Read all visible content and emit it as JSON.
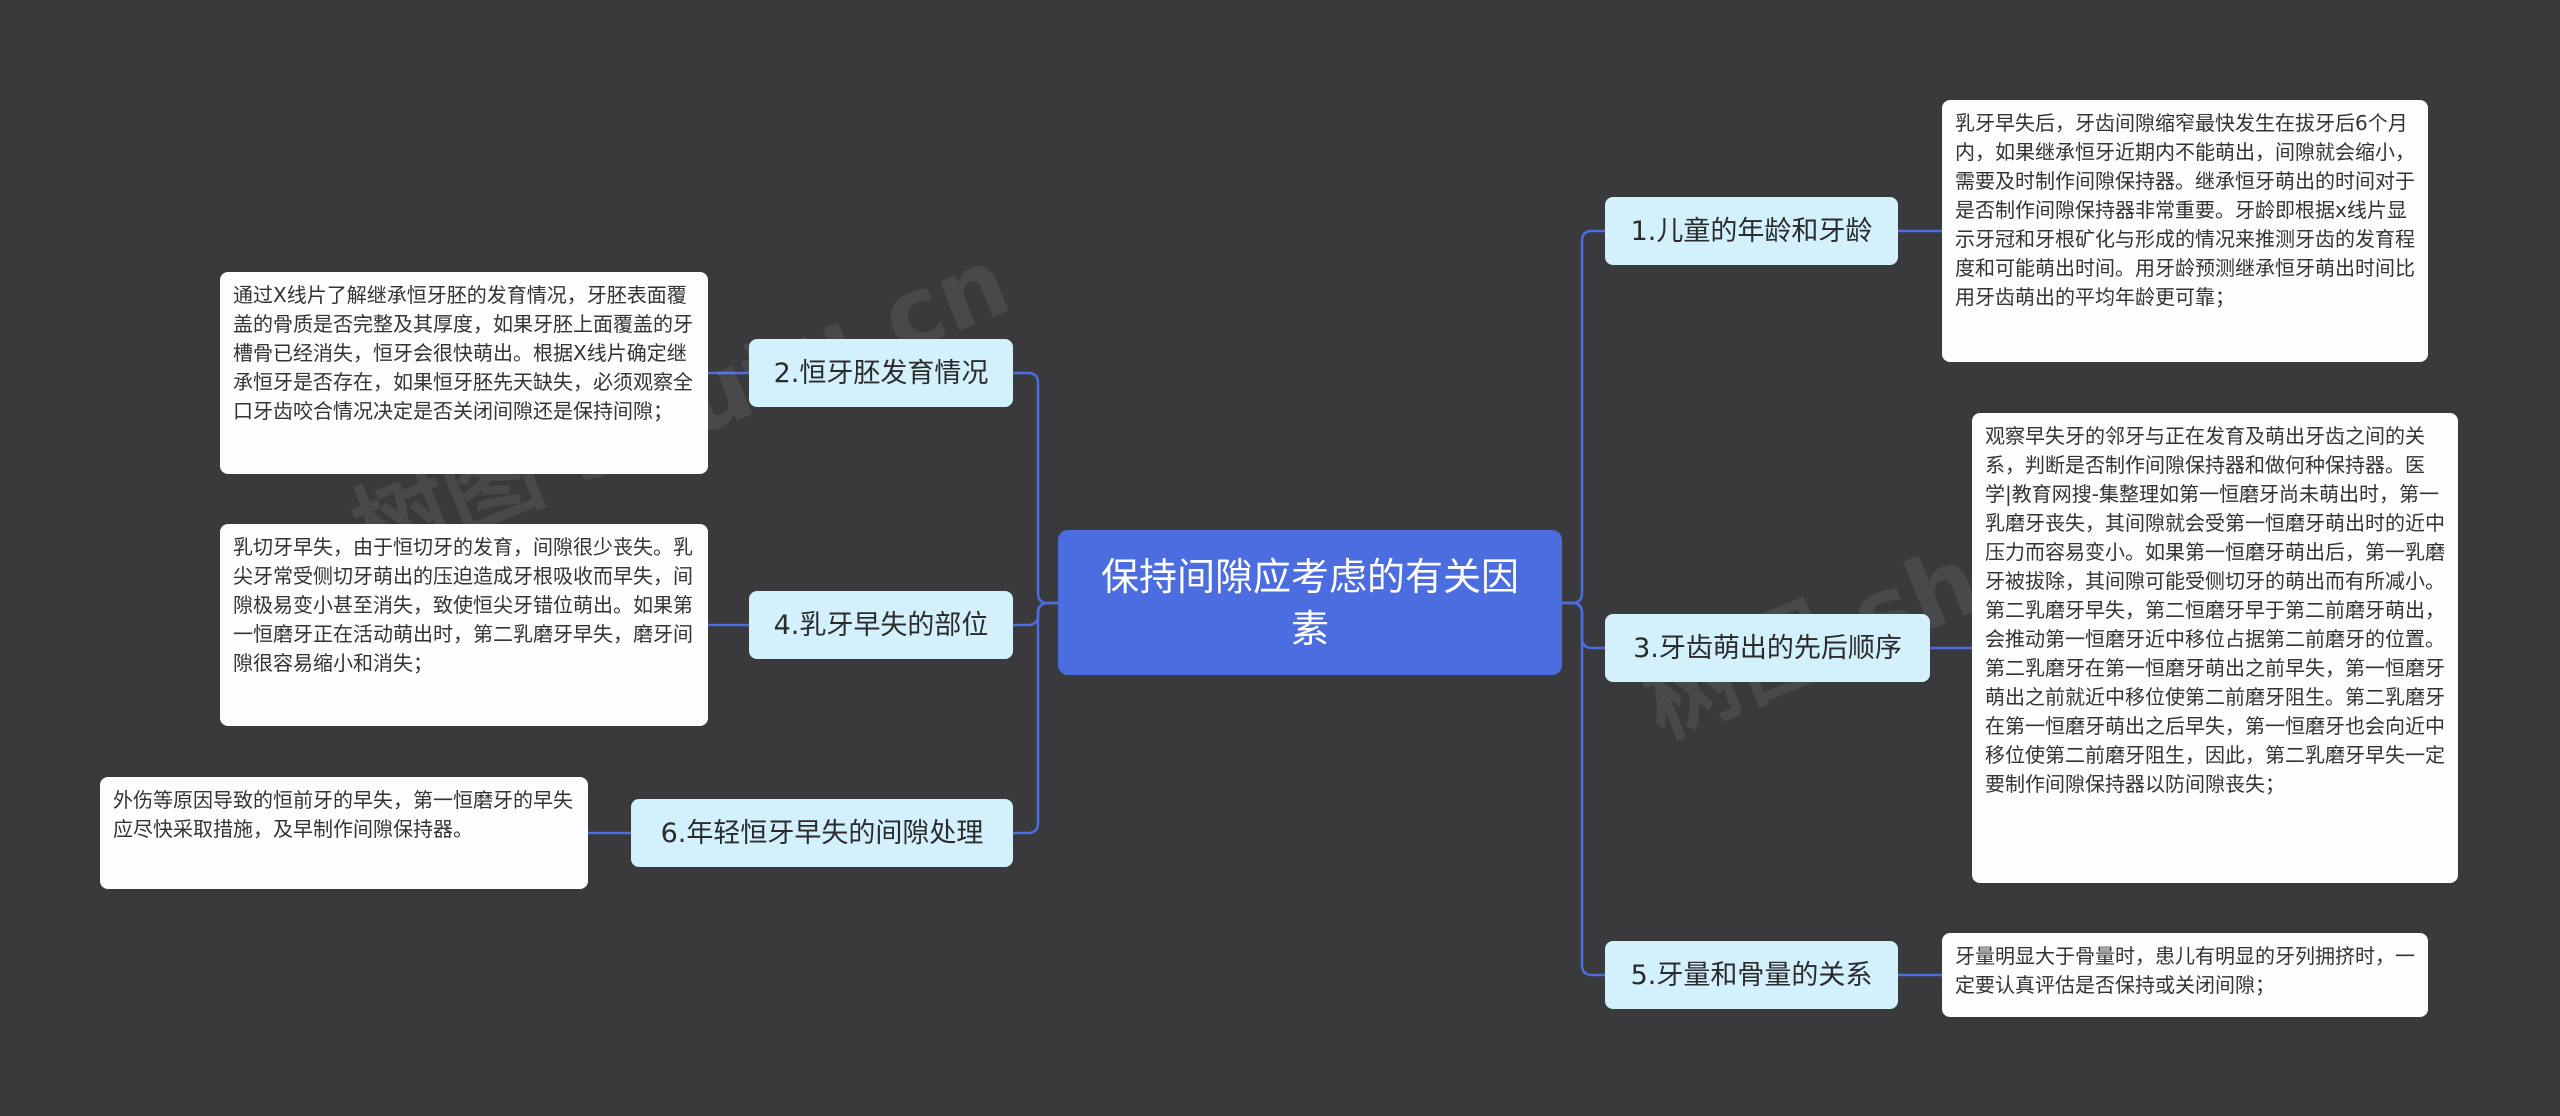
{
  "center": {
    "title": "保持间隙应考虑的有关因素"
  },
  "branches": [
    {
      "id": "b1",
      "label": "1.儿童的年龄和牙龄",
      "note": "乳牙早失后，牙齿间隙缩窄最快发生在拔牙后6个月内，如果继承恒牙近期内不能萌出，间隙就会缩小，需要及时制作间隙保持器。继承恒牙萌出的时间对于是否制作间隙保持器非常重要。牙龄即根据x线片显示牙冠和牙根矿化与形成的情况来推测牙齿的发育程度和可能萌出时间。用牙龄预测继承恒牙萌出时间比用牙齿萌出的平均年龄更可靠；"
    },
    {
      "id": "b2",
      "label": "2.恒牙胚发育情况",
      "note": "通过X线片了解继承恒牙胚的发育情况，牙胚表面覆盖的骨质是否完整及其厚度，如果牙胚上面覆盖的牙槽骨已经消失，恒牙会很快萌出。根据X线片确定继承恒牙是否存在，如果恒牙胚先天缺失，必须观察全口牙齿咬合情况决定是否关闭间隙还是保持间隙；"
    },
    {
      "id": "b3",
      "label": "3.牙齿萌出的先后顺序",
      "note": "观察早失牙的邻牙与正在发育及萌出牙齿之间的关系，判断是否制作间隙保持器和做何种保持器。医学|教育网搜-集整理如第一恒磨牙尚未萌出时，第一乳磨牙丧失，其间隙就会受第一恒磨牙萌出时的近中压力而容易变小。如果第一恒磨牙萌出后，第一乳磨牙被拔除，其间隙可能受侧切牙的萌出而有所减小。第二乳磨牙早失，第二恒磨牙早于第二前磨牙萌出，会推动第一恒磨牙近中移位占据第二前磨牙的位置。第二乳磨牙在第一恒磨牙萌出之前早失，第一恒磨牙萌出之前就近中移位使第二前磨牙阻生。第二乳磨牙在第一恒磨牙萌出之后早失，第一恒磨牙也会向近中移位使第二前磨牙阻生，因此，第二乳磨牙早失一定要制作间隙保持器以防间隙丧失；"
    },
    {
      "id": "b4",
      "label": "4.乳牙早失的部位",
      "note": "乳切牙早失，由于恒切牙的发育，间隙很少丧失。乳尖牙常受侧切牙萌出的压迫造成牙根吸收而早失，间隙极易变小甚至消失，致使恒尖牙错位萌出。如果第一恒磨牙正在活动萌出时，第二乳磨牙早失，磨牙间隙很容易缩小和消失；"
    },
    {
      "id": "b5",
      "label": "5.牙量和骨量的关系",
      "note": "牙量明显大于骨量时，患儿有明显的牙列拥挤时，一定要认真评估是否保持或关闭间隙；"
    },
    {
      "id": "b6",
      "label": "6.年轻恒牙早失的间隙处理",
      "note": "外伤等原因导致的恒前牙的早失，第一恒磨牙的早失应尽快采取措施，及早制作间隙保持器。"
    }
  ],
  "colors": {
    "background": "#3a393c",
    "center": "#4c6de0",
    "topic": "#d3f0fd",
    "note": "#fbfdfe",
    "link": "#4c6de0"
  }
}
